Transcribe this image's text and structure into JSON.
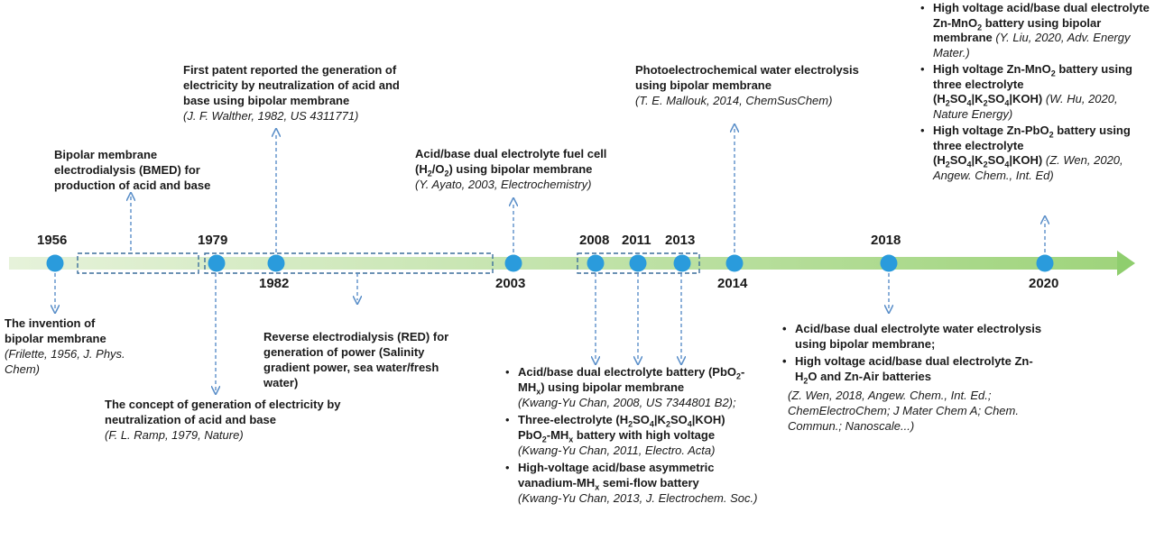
{
  "years": {
    "y1956": "1956",
    "y1979": "1979",
    "y1982": "1982",
    "y2003": "2003",
    "y2008": "2008",
    "y2011": "2011",
    "y2013": "2013",
    "y2014": "2014",
    "y2018": "2018",
    "y2020": "2020"
  },
  "colors": {
    "axis": "#cfe6b8",
    "arrow": "#8fce6e",
    "node": "#2a9bdc",
    "connector": "#5b8fc9"
  },
  "e1956": {
    "title": "The invention of bipolar membrane",
    "ref": "(Frilette, 1956, J. Phys. Chem)"
  },
  "bmed": {
    "title": "Bipolar membrane electrodialysis (BMED) for production of acid and base"
  },
  "e1979": {
    "title": "The concept of generation of electricity by neutralization of acid and base",
    "ref": "(F. L. Ramp, 1979, Nature)"
  },
  "e1982": {
    "title": "First patent reported the generation of electricity by neutralization of acid and base using bipolar membrane",
    "ref": "(J. F. Walther, 1982, US 4311771)"
  },
  "red": {
    "title": "Reverse electrodialysis (RED) for generation of power (Salinity gradient power, sea water/fresh water)"
  },
  "e2003": {
    "l1": "Acid/base dual electrolyte fuel cell",
    "l2a": "(H",
    "l2b": "/O",
    "l2c": ") using bipolar membrane",
    "sub2": "2",
    "ref": "(Y. Ayato, 2003, Electrochemistry)"
  },
  "e2014": {
    "title": "Photoelectrochemical water electrolysis using bipolar membrane",
    "ref": "(T. E. Mallouk, 2014, ChemSusChem)"
  },
  "e2008": {
    "i1a": "Acid/base dual electrolyte battery (PbO",
    "i1b": "-MH",
    "i1c": ") using bipolar membrane",
    "i1ref": "(Kwang-Yu Chan, 2008, US 7344801 B2);",
    "i2a": "Three-electrolyte (H",
    "i2b": "SO",
    "i2c": "|K",
    "i2d": "SO",
    "i2e": "|KOH)",
    "i2f": "PbO",
    "i2g": "-MH",
    "i2h": " battery with high voltage",
    "i2ref": "(Kwang-Yu Chan, 2011, Electro. Acta)",
    "i3a": "High-voltage acid/base asymmetric vanadium-MH",
    "i3b": " semi-flow battery",
    "i3ref": "(Kwang-Yu Chan, 2013, J. Electrochem. Soc.)"
  },
  "e2018": {
    "i1": "Acid/base dual electrolyte water electrolysis using bipolar membrane;",
    "i2a": "High voltage acid/base dual electrolyte Zn-H",
    "i2b": "O and Zn-Air batteries",
    "ref": "(Z. Wen, 2018, Angew. Chem., Int. Ed.; ChemElectroChem; J Mater Chem A; Chem. Commun.; Nanoscale...)"
  },
  "e2020": {
    "i1a": "High voltage acid/base dual electrolyte Zn-MnO",
    "i1b": " battery using bipolar membrane",
    "i1ref": "(Y. Liu, 2020, Adv. Energy Mater.)",
    "i2a": "High voltage Zn-MnO",
    "i2b": " battery using three electrolyte",
    "i2c": "(H",
    "i2d": "SO",
    "i2e": "|K",
    "i2f": "SO",
    "i2g": "|KOH)",
    "i2ref": "(W. Hu, 2020, Nature Energy)",
    "i3a": "High voltage Zn-PbO",
    "i3b": " battery using three electrolyte",
    "i3c": "(H",
    "i3d": "SO",
    "i3e": "|K",
    "i3f": "SO",
    "i3g": "|KOH)",
    "i3ref": "(Z. Wen, 2020, Angew. Chem., Int. Ed)"
  },
  "subs": {
    "two": "2",
    "four": "4",
    "x": "x"
  }
}
